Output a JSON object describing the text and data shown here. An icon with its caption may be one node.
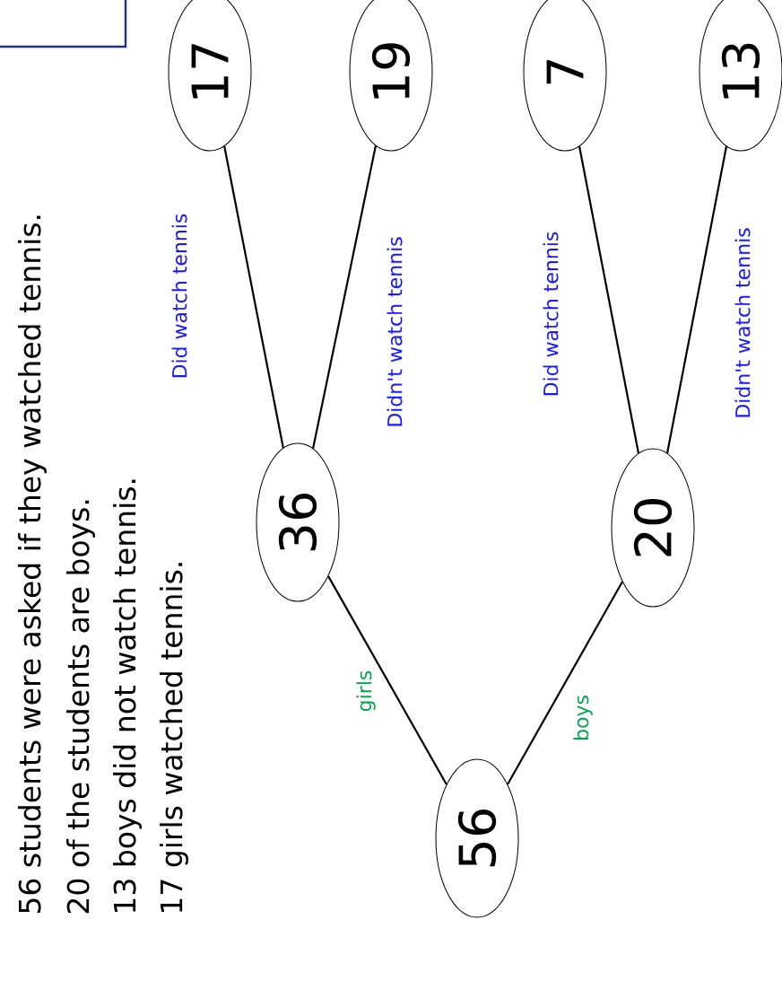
{
  "diagram": {
    "nodes": [
      {
        "text": [
          "56"
        ]
      },
      {
        "text": [
          "36"
        ]
      },
      {
        "text": [
          "20"
        ]
      },
      {
        "text": [
          "17"
        ]
      },
      {
        "text": [
          "19"
        ]
      },
      {
        "text": [
          "7"
        ]
      },
      {
        "text": [
          "13"
        ]
      }
    ],
    "edges": [
      {
        "from": 0,
        "to": 1,
        "arrow": "none",
        "label": "girls"
      },
      {
        "from": 0,
        "to": 2,
        "arrow": "none",
        "label": "boys"
      },
      {
        "from": 1,
        "to": 3,
        "arrow": "none",
        "label": "Did watch tennis"
      },
      {
        "from": 1,
        "to": 4,
        "arrow": "none",
        "label": "Didn't watch tennis"
      },
      {
        "from": 2,
        "to": 5,
        "arrow": "none",
        "label": "Did watch tennis"
      },
      {
        "from": 2,
        "to": 6,
        "arrow": "none",
        "label": "Didn't watch tennis"
      }
    ],
    "labels": [
      "56 students were asked if they watched tennis.",
      "20 of the students are boys.",
      "13 boys did not watch tennis.",
      "17 girls watched tennis."
    ]
  }
}
